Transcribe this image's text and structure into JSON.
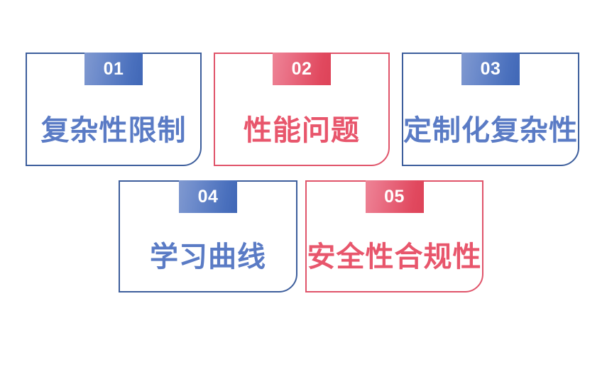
{
  "slide": {
    "background_color": "#ffffff",
    "accent_blue": "#5a7bc5",
    "accent_red": "#e8566c",
    "border_blue": "#3d5e9c",
    "border_red": "#e0546a"
  },
  "cards": [
    {
      "number": "01",
      "title": "复杂性限制",
      "color": "blue"
    },
    {
      "number": "02",
      "title": "性能问题",
      "color": "red"
    },
    {
      "number": "03",
      "title": "定制化复杂性",
      "color": "blue"
    },
    {
      "number": "04",
      "title": "学习曲线",
      "color": "blue"
    },
    {
      "number": "05",
      "title": "安全性合规性",
      "color": "red"
    }
  ]
}
